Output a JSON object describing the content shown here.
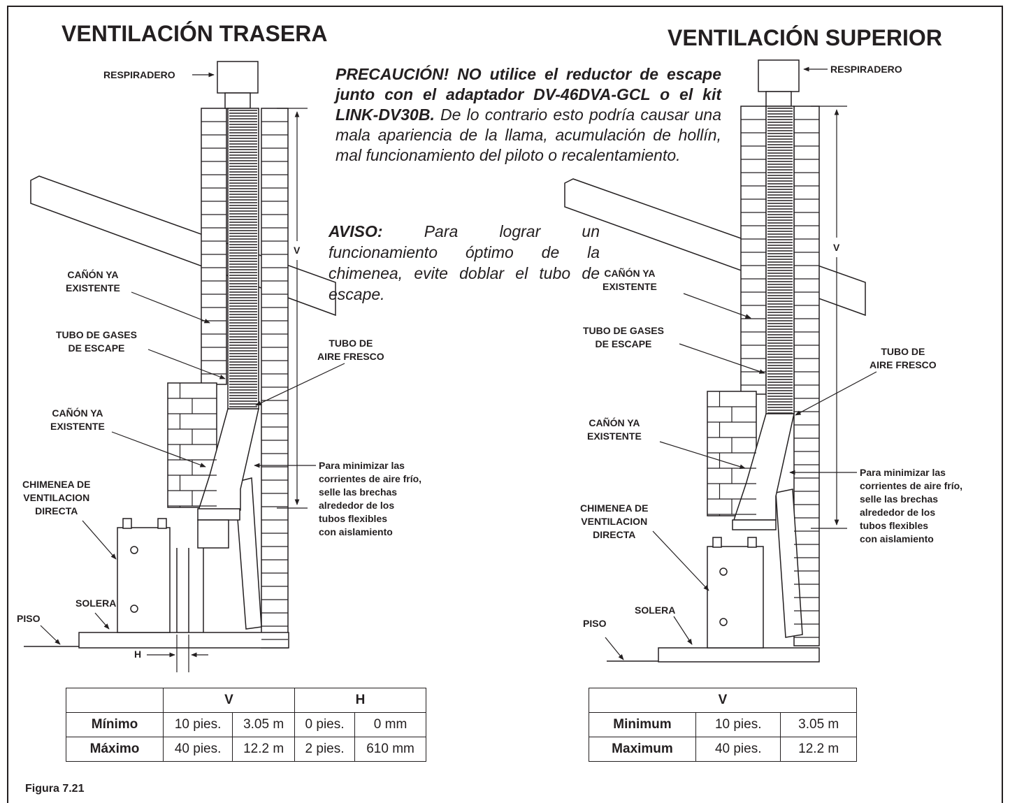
{
  "left": {
    "title": "VENTILACIÓN TRASERA",
    "labels": {
      "cap": "RESPIRADERO",
      "chimney_upper": [
        "CAÑÓN YA",
        "EXISTENTE"
      ],
      "exhaust_pipe": [
        "TUBO DE GASES",
        "DE ESCAPE"
      ],
      "fresh_air_pipe": [
        "TUBO DE",
        "AIRE FRESCO"
      ],
      "chimney_lower": [
        "CAÑÓN YA",
        "EXISTENTE"
      ],
      "appliance": [
        "CHIMENEA DE",
        "VENTILACION",
        "DIRECTA"
      ],
      "hearth": "SOLERA",
      "floor": "PISO",
      "seal_note": [
        "Para minimizar las",
        "corrientes de aire frío,",
        "selle las brechas",
        "alrededor de los",
        "tubos flexibles",
        "con aislamiento"
      ],
      "dim_v": "V",
      "dim_h": "H"
    },
    "table": {
      "headers": [
        "",
        "V",
        "H"
      ],
      "rows": [
        {
          "label": "Mínimo",
          "cells": [
            "10 pies.",
            "3.05 m",
            "0 pies.",
            "0 mm"
          ]
        },
        {
          "label": "Máximo",
          "cells": [
            "40 pies.",
            "12.2 m",
            "2 pies.",
            "610 mm"
          ]
        }
      ]
    }
  },
  "right": {
    "title": "VENTILACIÓN SUPERIOR",
    "labels": {
      "cap": "RESPIRADERO",
      "chimney_upper": [
        "CAÑÓN YA",
        "EXISTENTE"
      ],
      "exhaust_pipe": [
        "TUBO DE GASES",
        "DE ESCAPE"
      ],
      "fresh_air_pipe": [
        "TUBO DE",
        "AIRE FRESCO"
      ],
      "chimney_lower": [
        "CAÑÓN YA",
        "EXISTENTE"
      ],
      "appliance": [
        "CHIMENEA DE",
        "VENTILACION",
        "DIRECTA"
      ],
      "hearth": "SOLERA",
      "floor": "PISO",
      "seal_note": [
        "Para minimizar las",
        "corrientes de aire frío,",
        "selle las brechas",
        "alrededor de los",
        "tubos flexibles",
        "con aislamiento"
      ],
      "dim_v": "V"
    },
    "table": {
      "headers": [
        "V"
      ],
      "rows": [
        {
          "label": "Minimum",
          "cells": [
            "10 pies.",
            "3.05 m"
          ]
        },
        {
          "label": "Maximum",
          "cells": [
            "40 pies.",
            "12.2 m"
          ]
        }
      ]
    }
  },
  "caution": {
    "bold": "PRECAUCIÓN! NO utilice el reductor de escape junto con el adaptador DV-46DVA-GCL o el kit LINK-DV30B.",
    "rest": " De lo contrario esto podría causar una mala apariencia de la llama, acumulación de hollín, mal funcionamiento del piloto o recalentamiento."
  },
  "notice": {
    "bold": "AVISO:",
    "rest": " Para lograr un funcionamiento óptimo de la chimenea, evite doblar el tubo de escape."
  },
  "caption": "Figura 7.21"
}
